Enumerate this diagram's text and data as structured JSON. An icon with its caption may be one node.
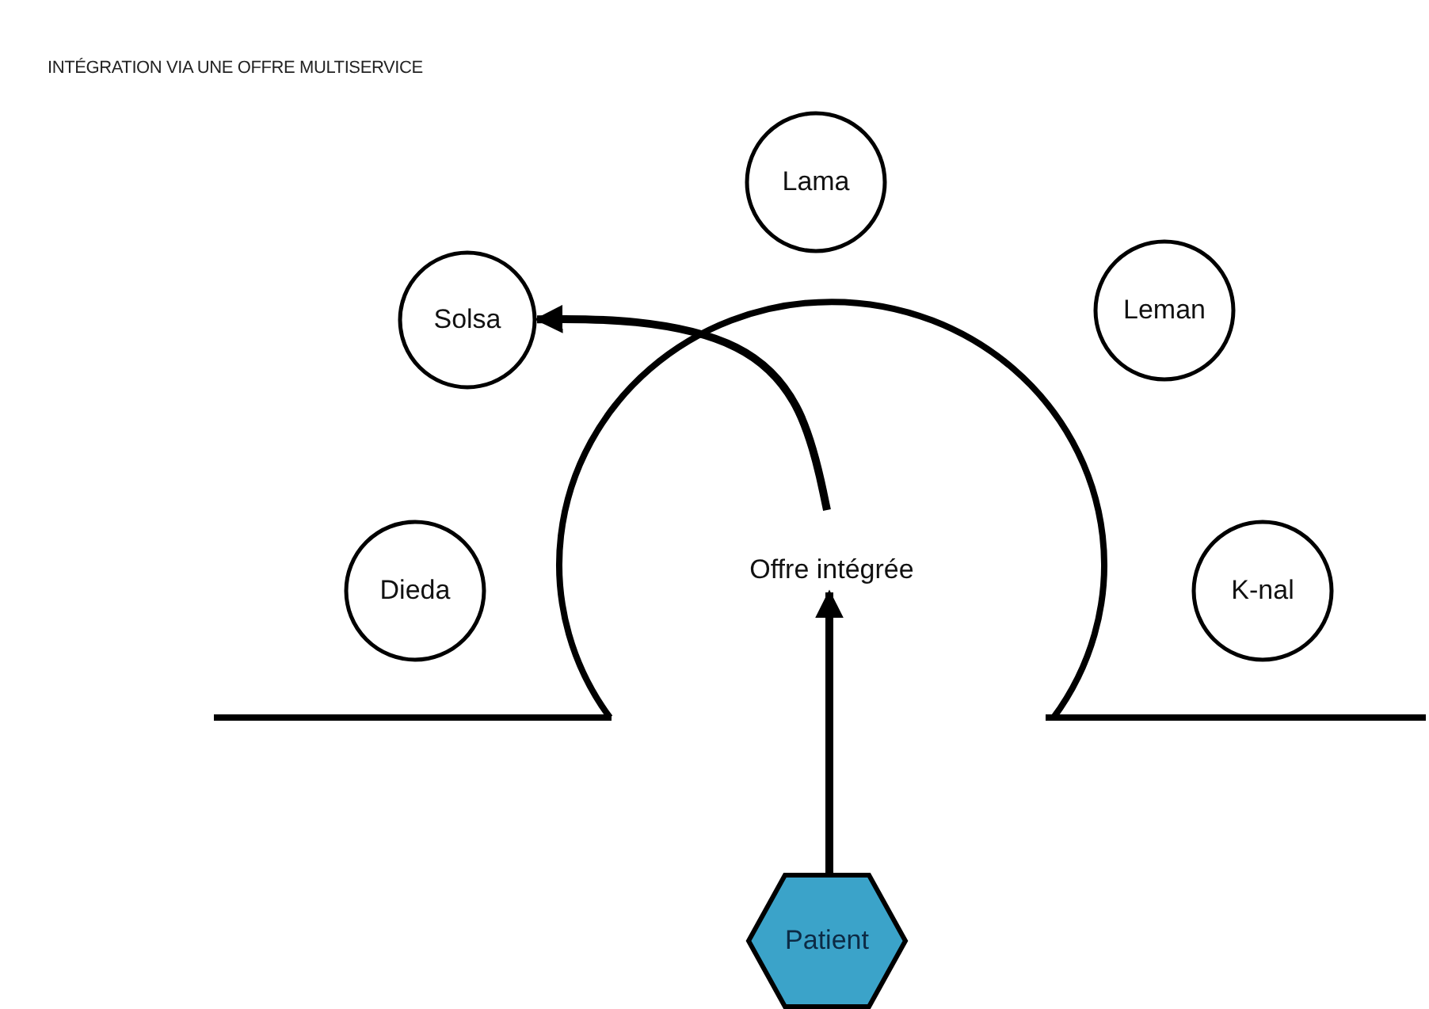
{
  "diagram": {
    "title": "INTÉGRATION VIA UNE OFFRE MULTISERVICE",
    "nodes": [
      {
        "text": [
          "Lama"
        ]
      },
      {
        "text": [
          "Solsa"
        ]
      },
      {
        "text": [
          "Leman"
        ]
      },
      {
        "text": [
          "Dieda"
        ]
      },
      {
        "text": [
          "Offre intégrée"
        ]
      },
      {
        "text": [
          "K-nal"
        ]
      },
      {
        "text": [
          "Patient"
        ]
      }
    ],
    "edges": [
      {
        "from": 6,
        "to": 4,
        "arrow": "to"
      },
      {
        "from": 4,
        "to": 1,
        "arrow": "to"
      }
    ]
  }
}
